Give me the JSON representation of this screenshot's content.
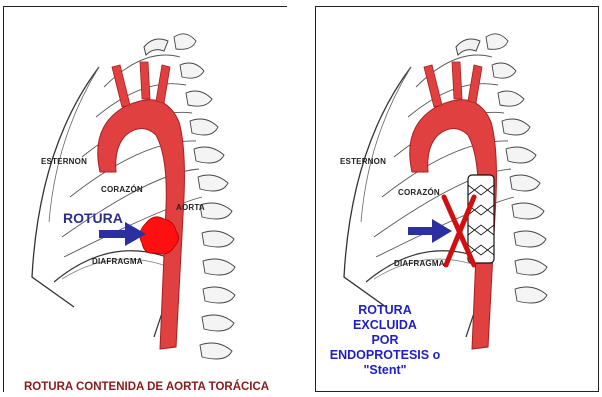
{
  "left_panel": {
    "labels": {
      "esternon": "ESTERNON",
      "corazon": "CORAZÓN",
      "aorta": "AORTA",
      "diafragma": "DIAFRAGMA",
      "rotura": "ROTURA"
    },
    "caption": "ROTURA CONTENIDA DE AORTA TORÁCICA"
  },
  "right_panel": {
    "labels": {
      "esternon": "ESTERNON",
      "corazon": "CORAZÓN",
      "diafragma": "DIAFRAGMA"
    },
    "caption_lines": [
      "ROTURA",
      "EXCLUIDA",
      "POR",
      "ENDOPROTESIS o",
      "\"Stent\""
    ]
  },
  "colors": {
    "aorta": "#e04040",
    "rupture": "#ff1010",
    "arrow": "#2b2fa0",
    "stent_x": "#d01010",
    "caption_left": "#8b1a1a",
    "caption_right": "#1f1fc8"
  }
}
